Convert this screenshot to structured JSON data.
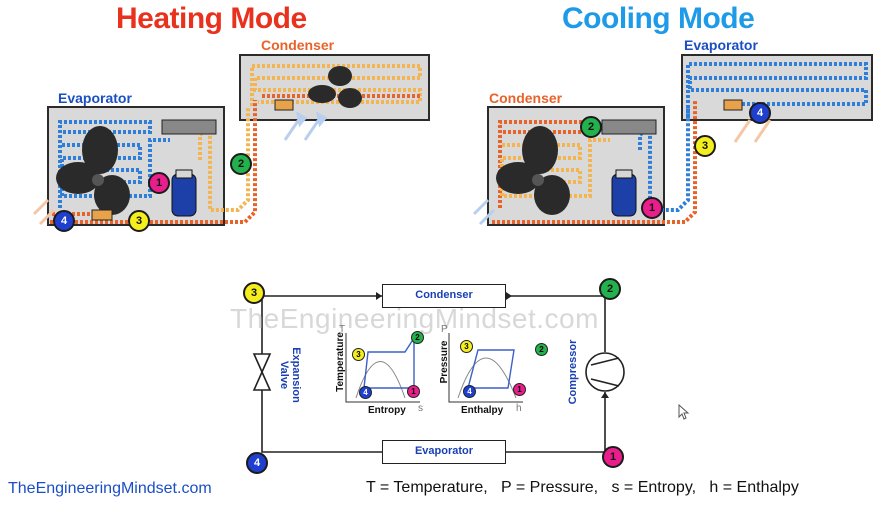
{
  "heating": {
    "title": "Heating Mode",
    "condenser_label": "Condenser",
    "evaporator_label": "Evaporator",
    "title_color": "#e8321e"
  },
  "cooling": {
    "title": "Cooling Mode",
    "condenser_label": "Condenser",
    "evaporator_label": "Evaporator",
    "title_color": "#1e9be8"
  },
  "nodes": {
    "n1": "1",
    "n2": "2",
    "n3": "3",
    "n4": "4"
  },
  "cycle": {
    "condenser": "Condenser",
    "evaporator": "Evaporator",
    "expansion_valve": "Expansion\nValve",
    "compressor": "Compressor"
  },
  "ts_chart": {
    "ylabel": "Temperature",
    "xlabel": "Entropy",
    "y_axis_letter": "T",
    "x_axis_letter": "s"
  },
  "ph_chart": {
    "ylabel": "Pressure",
    "xlabel": "Enthalpy",
    "y_axis_letter": "P",
    "x_axis_letter": "h"
  },
  "watermark": "TheEngineeringMindset.com",
  "footer": {
    "site": "TheEngineeringMindset.com",
    "legend": "T = Temperature,   P = Pressure,   s = Entropy,   h = Enthalpy"
  },
  "colors": {
    "hot": "#e8632a",
    "warm": "#f3b552",
    "cold": "#2f7fd8",
    "label_blue": "#1a3fb5"
  }
}
